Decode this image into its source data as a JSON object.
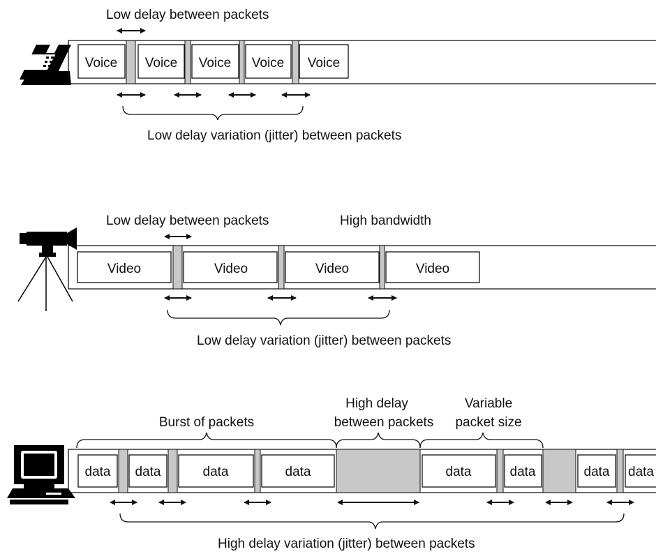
{
  "colors": {
    "line": "#111111",
    "gap": "#c8c8c8",
    "bg": "#ffffff"
  },
  "voice": {
    "device_icon": "telephone-icon",
    "top_label": "Low delay between packets",
    "packet_label": "Voice",
    "bottom_label": "Low delay variation (jitter) between packets"
  },
  "video": {
    "device_icon": "video-camera-icon",
    "top_label": "Low delay between packets",
    "bandwidth_label": "High bandwidth",
    "packet_label": "Video",
    "bottom_label": "Low delay variation (jitter) between packets"
  },
  "data": {
    "device_icon": "computer-icon",
    "burst_label": "Burst of packets",
    "high_delay_label": [
      "High delay",
      "between packets"
    ],
    "variable_size_label": [
      "Variable",
      "packet size"
    ],
    "packet_label": "data",
    "last_packet_label": "data",
    "bottom_label": "High delay variation (jitter) between packets"
  }
}
